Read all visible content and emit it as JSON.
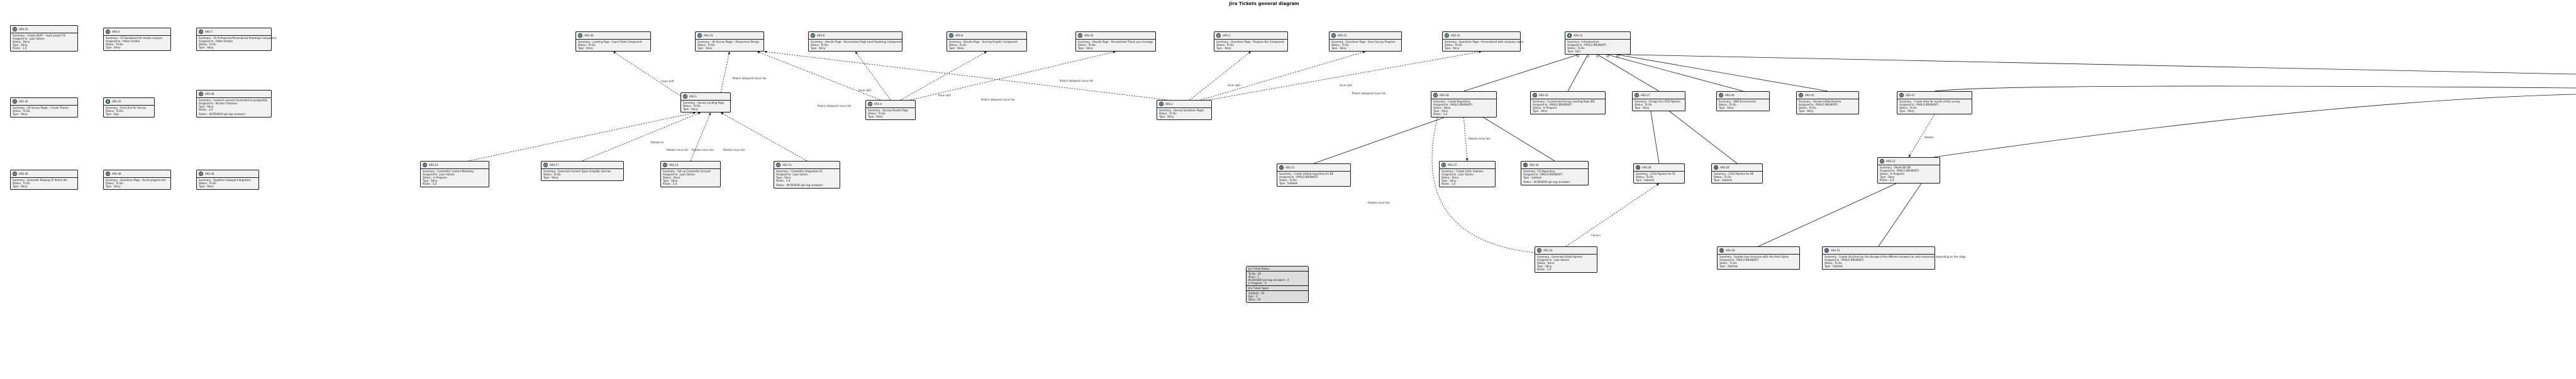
{
  "title": "Jira Tickets general diagram",
  "colors": {
    "story": "#a9dcdf",
    "subtask": "#b4a7e5",
    "epic": "#157a3f",
    "badge_letter_story": "S",
    "badge_letter_epic": "E"
  },
  "nodes": [
    {
      "id": "ARS-19",
      "kind": "story",
      "letter": "S",
      "lines": [
        "Summary : Create NUXT - Vue2 project FE",
        "Assigned to : Juan Solano",
        "Status : Done",
        "Type : Story",
        "Points : 1.0"
      ]
    },
    {
      "id": "ARS-6",
      "kind": "story",
      "letter": "S",
      "lines": [
        "Summary : CP Dashboard for results analysis",
        "Assigned to : Pablo Urtubia",
        "Status : To Do",
        "Type : Story"
      ]
    },
    {
      "id": "ARS-7",
      "kind": "story",
      "letter": "S",
      "lines": [
        "Summary : CP AI-Powered Personalised Roadmap Component",
        "Assigned to : Pablo Urtubia",
        "Status : To Do",
        "Type : Story"
      ]
    },
    {
      "id": "ARS-34",
      "kind": "story",
      "letter": "S",
      "lines": [
        "Summary : All Survey Pages - Create Theme",
        "Status : To Do",
        "Type : Story"
      ]
    },
    {
      "id": "ARS-35",
      "kind": "epic",
      "letter": "E",
      "lines": [
        "Summary : Front End for Survey",
        "Status : To Do",
        "Type : Epic"
      ]
    },
    {
      "id": "ARS-49",
      "kind": "story",
      "letter": "S",
      "lines": [
        "Summary : research connect Contentful to postgreSQL",
        "Assigned to : Nicolas Tietzman",
        "Type : Story",
        "Points : 2.0",
        "",
        "Status : IN REVIEW (pls tag reviewer)"
      ]
    },
    {
      "id": "ARS-46",
      "kind": "story",
      "letter": "S",
      "lines": [
        "Summary : Generate Tailwing FE theme file",
        "Status : To Do",
        "Type : Story"
      ]
    },
    {
      "id": "ARS-48",
      "kind": "story",
      "letter": "S",
      "lines": [
        "Summary : Questions Page - Scroll progress bar",
        "Status : To Do",
        "Type : Story"
      ]
    },
    {
      "id": "ARS-44",
      "kind": "story",
      "letter": "S",
      "lines": [
        "Summary : Typeform Hubspot Integration",
        "Status : To Do",
        "Type : Story"
      ]
    },
    {
      "id": "ARS-36",
      "kind": "story",
      "letter": "S",
      "lines": [
        "Summary : Landing Page - Input Fields Component",
        "Status : To Do",
        "Type : Story"
      ]
    },
    {
      "id": "ARS-33",
      "kind": "story",
      "letter": "S",
      "lines": [
        "Summary : All Survey Pages - Responsive Design",
        "Status : To Do",
        "Type : Story"
      ]
    },
    {
      "id": "ARS-9",
      "kind": "story",
      "letter": "S",
      "lines": [
        "Summary : Results Page - Personalised High Level Roadmap Component",
        "Status : To Do",
        "Type : Story"
      ]
    },
    {
      "id": "ARS-8",
      "kind": "story",
      "letter": "S",
      "lines": [
        "Summary : Results Page - Scoring Graphic Component",
        "Status : To Do",
        "Type : Story"
      ]
    },
    {
      "id": "ARS-42",
      "kind": "story",
      "letter": "S",
      "lines": [
        "Summary : Results Page - Personalised Thank you message",
        "Status : To Do",
        "Type : Story"
      ]
    },
    {
      "id": "ARS-3",
      "kind": "story",
      "letter": "S",
      "lines": [
        "Summary : Questions Page - Progress Bar Component",
        "Status : To Do",
        "Type : Story"
      ]
    },
    {
      "id": "ARS-15",
      "kind": "story",
      "letter": "S",
      "lines": [
        "Summary : Questions Page - Save Survey Progress",
        "Status : To Do",
        "Type : Story"
      ]
    },
    {
      "id": "ARS-41",
      "kind": "story",
      "letter": "S",
      "lines": [
        "Summary : Questions Page - Personalised with company name",
        "Status : To Do",
        "Type : Story"
      ]
    },
    {
      "id": "ARS-12",
      "kind": "epic",
      "letter": "E",
      "lines": [
        "Summary : Infrastructure",
        "Assigned to : PAOLO BRUNASTI",
        "Status : To Do",
        "Type : Epic"
      ]
    },
    {
      "id": "ARS-1",
      "kind": "story",
      "letter": "S",
      "lines": [
        "Summary : Survey Landing Page",
        "Status : To Do",
        "Type : Story"
      ]
    },
    {
      "id": "ARS-4",
      "kind": "story",
      "letter": "S",
      "lines": [
        "Summary : Survey Results Page",
        "Status : To Do",
        "Type : Story"
      ]
    },
    {
      "id": "ARS-2",
      "kind": "story",
      "letter": "S",
      "lines": [
        "Summary : Survey Questions Pages",
        "Status : To Do",
        "Type : Story"
      ]
    },
    {
      "id": "ARS-18",
      "kind": "story",
      "letter": "S",
      "lines": [
        "Summary : Create Repository",
        "Assigned to : PAOLO BRUNASTI",
        "Status : Done",
        "Type : Story",
        "Points : 3.0"
      ]
    },
    {
      "id": "ARS-20",
      "kind": "story",
      "letter": "S",
      "lines": [
        "Summary : Customised Survey Landing Page URL",
        "Assigned to : PAOLO BRUNASTI",
        "Status : In Progress",
        "Type : Story"
      ]
    },
    {
      "id": "ARS-27",
      "kind": "story",
      "letter": "S",
      "lines": [
        "Summary : Design the CICD Pipeline",
        "Status : To Do",
        "Type : Story"
      ]
    },
    {
      "id": "ARS-40",
      "kind": "story",
      "letter": "S",
      "lines": [
        "Summary : AWS Environment",
        "Status : To Do",
        "Type : Story"
      ]
    },
    {
      "id": "ARS-45",
      "kind": "story",
      "letter": "S",
      "lines": [
        "Summary : Review Gitlab Pipeline",
        "Assigned to : PAOLO BRUNASTI",
        "Status : To Do",
        "Type : Story"
      ]
    },
    {
      "id": "ARS-47",
      "kind": "story",
      "letter": "S",
      "lines": [
        "Summary : Create View for results of the survey",
        "Assigned to : PAOLO BRUNASTI",
        "Status : To Do",
        "Type : Story"
      ]
    },
    {
      "id": "ARS-16",
      "kind": "story",
      "letter": "S",
      "lines": [
        "Summary : Contentful Content Modeling",
        "Assigned to : Juan Solano",
        "Status : In Progress",
        "Type : Story",
        "Points : 2.0"
      ]
    },
    {
      "id": "ARS-17",
      "kind": "story",
      "letter": "S",
      "lines": [
        "Summary : Generate Content Types GraphQL Queries",
        "Status : To Do",
        "Type : Story"
      ]
    },
    {
      "id": "ARS-14",
      "kind": "story",
      "letter": "S",
      "lines": [
        "Summary : Set-up Contentful Account",
        "Assigned to : Juan Solano",
        "Status : Done",
        "Type : Story",
        "Points : 2.0"
      ]
    },
    {
      "id": "ARS-13",
      "kind": "story",
      "letter": "S",
      "lines": [
        "Summary : Contentful Integration FE",
        "Assigned to : Juan Solano",
        "Type : Story",
        "Points : 3.0",
        "",
        "Status : IN REVIEW (pls tag reviewer)"
      ]
    },
    {
      "id": "ARS-21",
      "kind": "subtask",
      "letter": "S",
      "lines": [
        "Summary : Create Github repository for BE",
        "Assigned to : PAOLO BRUNASTI",
        "Status : To Do",
        "Type : Subtask"
      ]
    },
    {
      "id": "ARS-37",
      "kind": "story",
      "letter": "S",
      "lines": [
        "Summary : Create Gitini modules",
        "Assigned to : Juan Solano",
        "Status : Done",
        "Type : Story",
        "Points : 1.0"
      ]
    },
    {
      "id": "ARS-30",
      "kind": "subtask",
      "letter": "S",
      "lines": [
        "Summary : FE Repository",
        "Assigned to : PAOLO BRUNASTI",
        "Type : Subtask",
        "",
        "Status : IN REVIEW (pls tag reviewer)"
      ]
    },
    {
      "id": "ARS-28",
      "kind": "subtask",
      "letter": "S",
      "lines": [
        "Summary : CICD Pipeline for FE",
        "Status : To Do",
        "Type : Subtask"
      ]
    },
    {
      "id": "ARS-29",
      "kind": "subtask",
      "letter": "S",
      "lines": [
        "Summary : CICD Pipeline for BE",
        "Status : To Do",
        "Type : Subtask"
      ]
    },
    {
      "id": "ARS-22",
      "kind": "story",
      "letter": "S",
      "lines": [
        "Summary : Model BE DB",
        "Assigned to : PAOLO BRUNASTI",
        "Status : In Progress",
        "Type : Story",
        "Points : 3.0"
      ]
    },
    {
      "id": "ARS-26",
      "kind": "story",
      "letter": "S",
      "lines": [
        "Summary : Generate Gitlab Pipeline",
        "Assigned to : Juan Solano",
        "Status : Done",
        "Type : Story",
        "Points : 3.0"
      ]
    },
    {
      "id": "ARS-50",
      "kind": "subtask",
      "letter": "S",
      "lines": [
        "Summary : Update User structure with info from Figma",
        "Assigned to : PAOLO BRUNASTI",
        "Status : To Do",
        "Type : Subtask"
      ]
    },
    {
      "id": "ARS-51",
      "kind": "subtask",
      "letter": "S",
      "lines": [
        "Summary : Create structure for the storage of the different answers for each dimension depending on the stage",
        "Assigned to : PAOLO BRUNASTI",
        "Status : To Do",
        "Type : Subtask"
      ]
    }
  ],
  "edge_labels": {
    "issue_split": "Issue split",
    "relates_to": "Relates to",
    "polaris_link": "Polaris datapoint issue link",
    "relates_issue_link": "Relates issue link",
    "cloners": "Cloners",
    "relates": "Relates"
  },
  "legend": {
    "title1": "Jira Ticket Status",
    "status_rows": [
      "To Do : 30",
      "Done : 7",
      "IN REVIEW (pls tag reviewer) : 4",
      "In Progress : 4"
    ],
    "title2": "Jira Ticket Types",
    "type_rows": [
      "Subtask : 10",
      "Epic : 2",
      "Story : 33"
    ]
  }
}
